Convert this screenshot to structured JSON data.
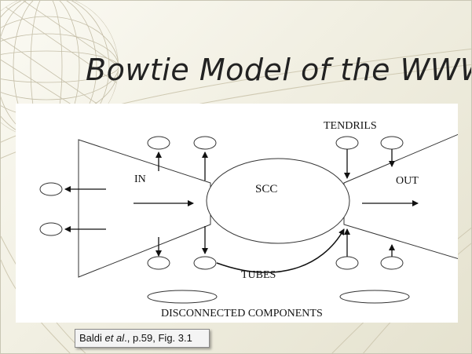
{
  "slide": {
    "title": "Bowtie Model of the WWW"
  },
  "diagram": {
    "labels": {
      "in": "IN",
      "scc": "SCC",
      "out": "OUT",
      "tendrils": "TENDRILS",
      "tubes": "TUBES",
      "disconnected": "DISCONNECTED COMPONENTS"
    }
  },
  "citation": {
    "author": "Baldi",
    "et_al": "et al",
    "rest": "., p.59, Fig. 3.1"
  },
  "colors": {
    "background": "#f1efe2",
    "decor": "#bfb8a0",
    "ink": "#111111"
  }
}
